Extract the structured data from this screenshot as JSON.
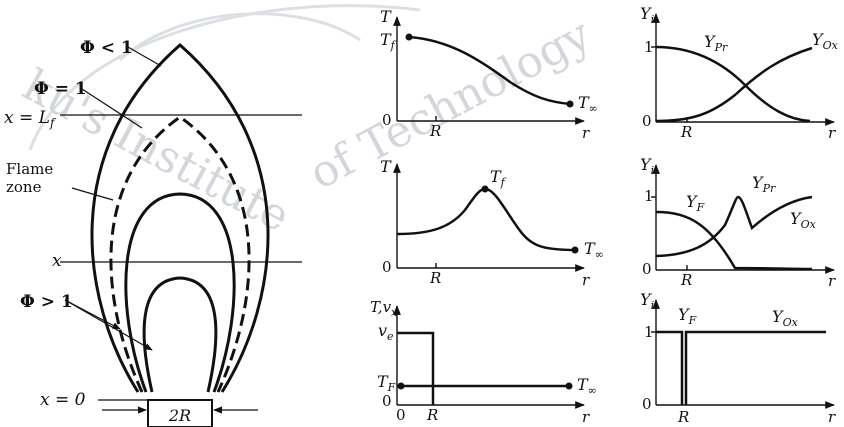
{
  "watermark": {
    "text_left": "ku's Institute",
    "text_right": "of Technology"
  },
  "flame": {
    "phi_lt1": "Φ < 1",
    "phi_eq1": "Φ = 1",
    "x_lf": "x = L",
    "x_lf_sub": "f",
    "flame_zone_1": "Flame",
    "flame_zone_2": "zone",
    "x_mid": "x",
    "phi_gt1": "Φ > 1",
    "x_zero": "x = 0",
    "two_r": "2R"
  },
  "plots": {
    "t1": {
      "yaxis": "T",
      "tf": "T",
      "tf_sub": "f",
      "zero": "0",
      "r_tick": "R",
      "tinf": "T",
      "tinf_sub": "∞",
      "xaxis": "r"
    },
    "t2": {
      "yaxis": "T",
      "tf": "T",
      "tf_sub": "f",
      "zero": "0",
      "r_tick": "R",
      "tinf": "T",
      "tinf_sub": "∞",
      "xaxis": "r"
    },
    "t3": {
      "yaxis": "T,v",
      "yaxis_sub": "x",
      "ve": "v",
      "ve_sub": "e",
      "tF": "T",
      "tF_sub": "F",
      "zero_y": "0",
      "zero_x": "0",
      "r_tick": "R",
      "tinf": "T",
      "tinf_sub": "∞",
      "xaxis": "r"
    },
    "y1": {
      "yaxis": "Y",
      "yaxis_sub": "i",
      "one": "1",
      "zero": "0",
      "r_tick": "R",
      "ypr": "Y",
      "ypr_sub": "Pr",
      "yox": "Y",
      "yox_sub": "Ox",
      "xaxis": "r"
    },
    "y2": {
      "yaxis": "Y",
      "yaxis_sub": "i",
      "one": "1",
      "zero": "0",
      "r_tick": "R",
      "yf": "Y",
      "yf_sub": "F",
      "ypr": "Y",
      "ypr_sub": "Pr",
      "yox": "Y",
      "yox_sub": "Ox",
      "xaxis": "r"
    },
    "y3": {
      "yaxis": "Y",
      "yaxis_sub": "i",
      "one": "1",
      "zero": "0",
      "r_tick": "R",
      "yf": "Y",
      "yf_sub": "F",
      "yox": "Y",
      "yox_sub": "Ox",
      "xaxis": "r"
    }
  }
}
